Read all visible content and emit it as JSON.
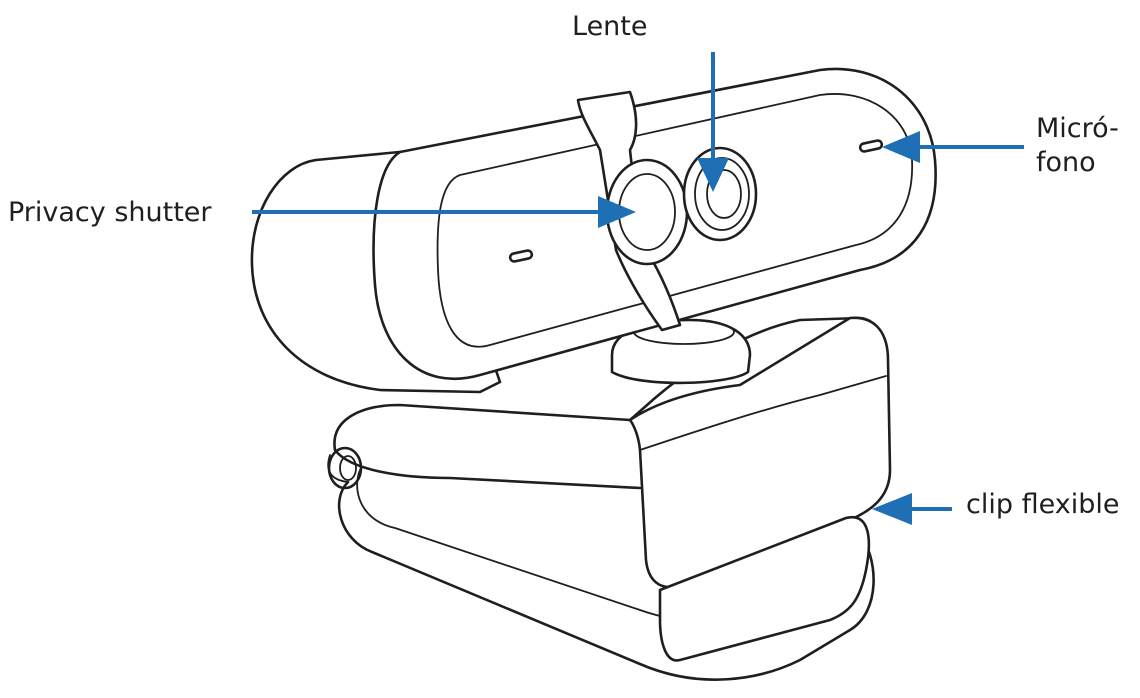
{
  "colors": {
    "arrow": "#1f6fb5",
    "outline": "#1f1f1f",
    "background": "#ffffff"
  },
  "labels": {
    "lente": "Lente",
    "privacy_shutter": "Privacy shutter",
    "microfono_line1": "Micró-",
    "microfono_line2": "fono",
    "clip_flexible": "clip flexible"
  }
}
